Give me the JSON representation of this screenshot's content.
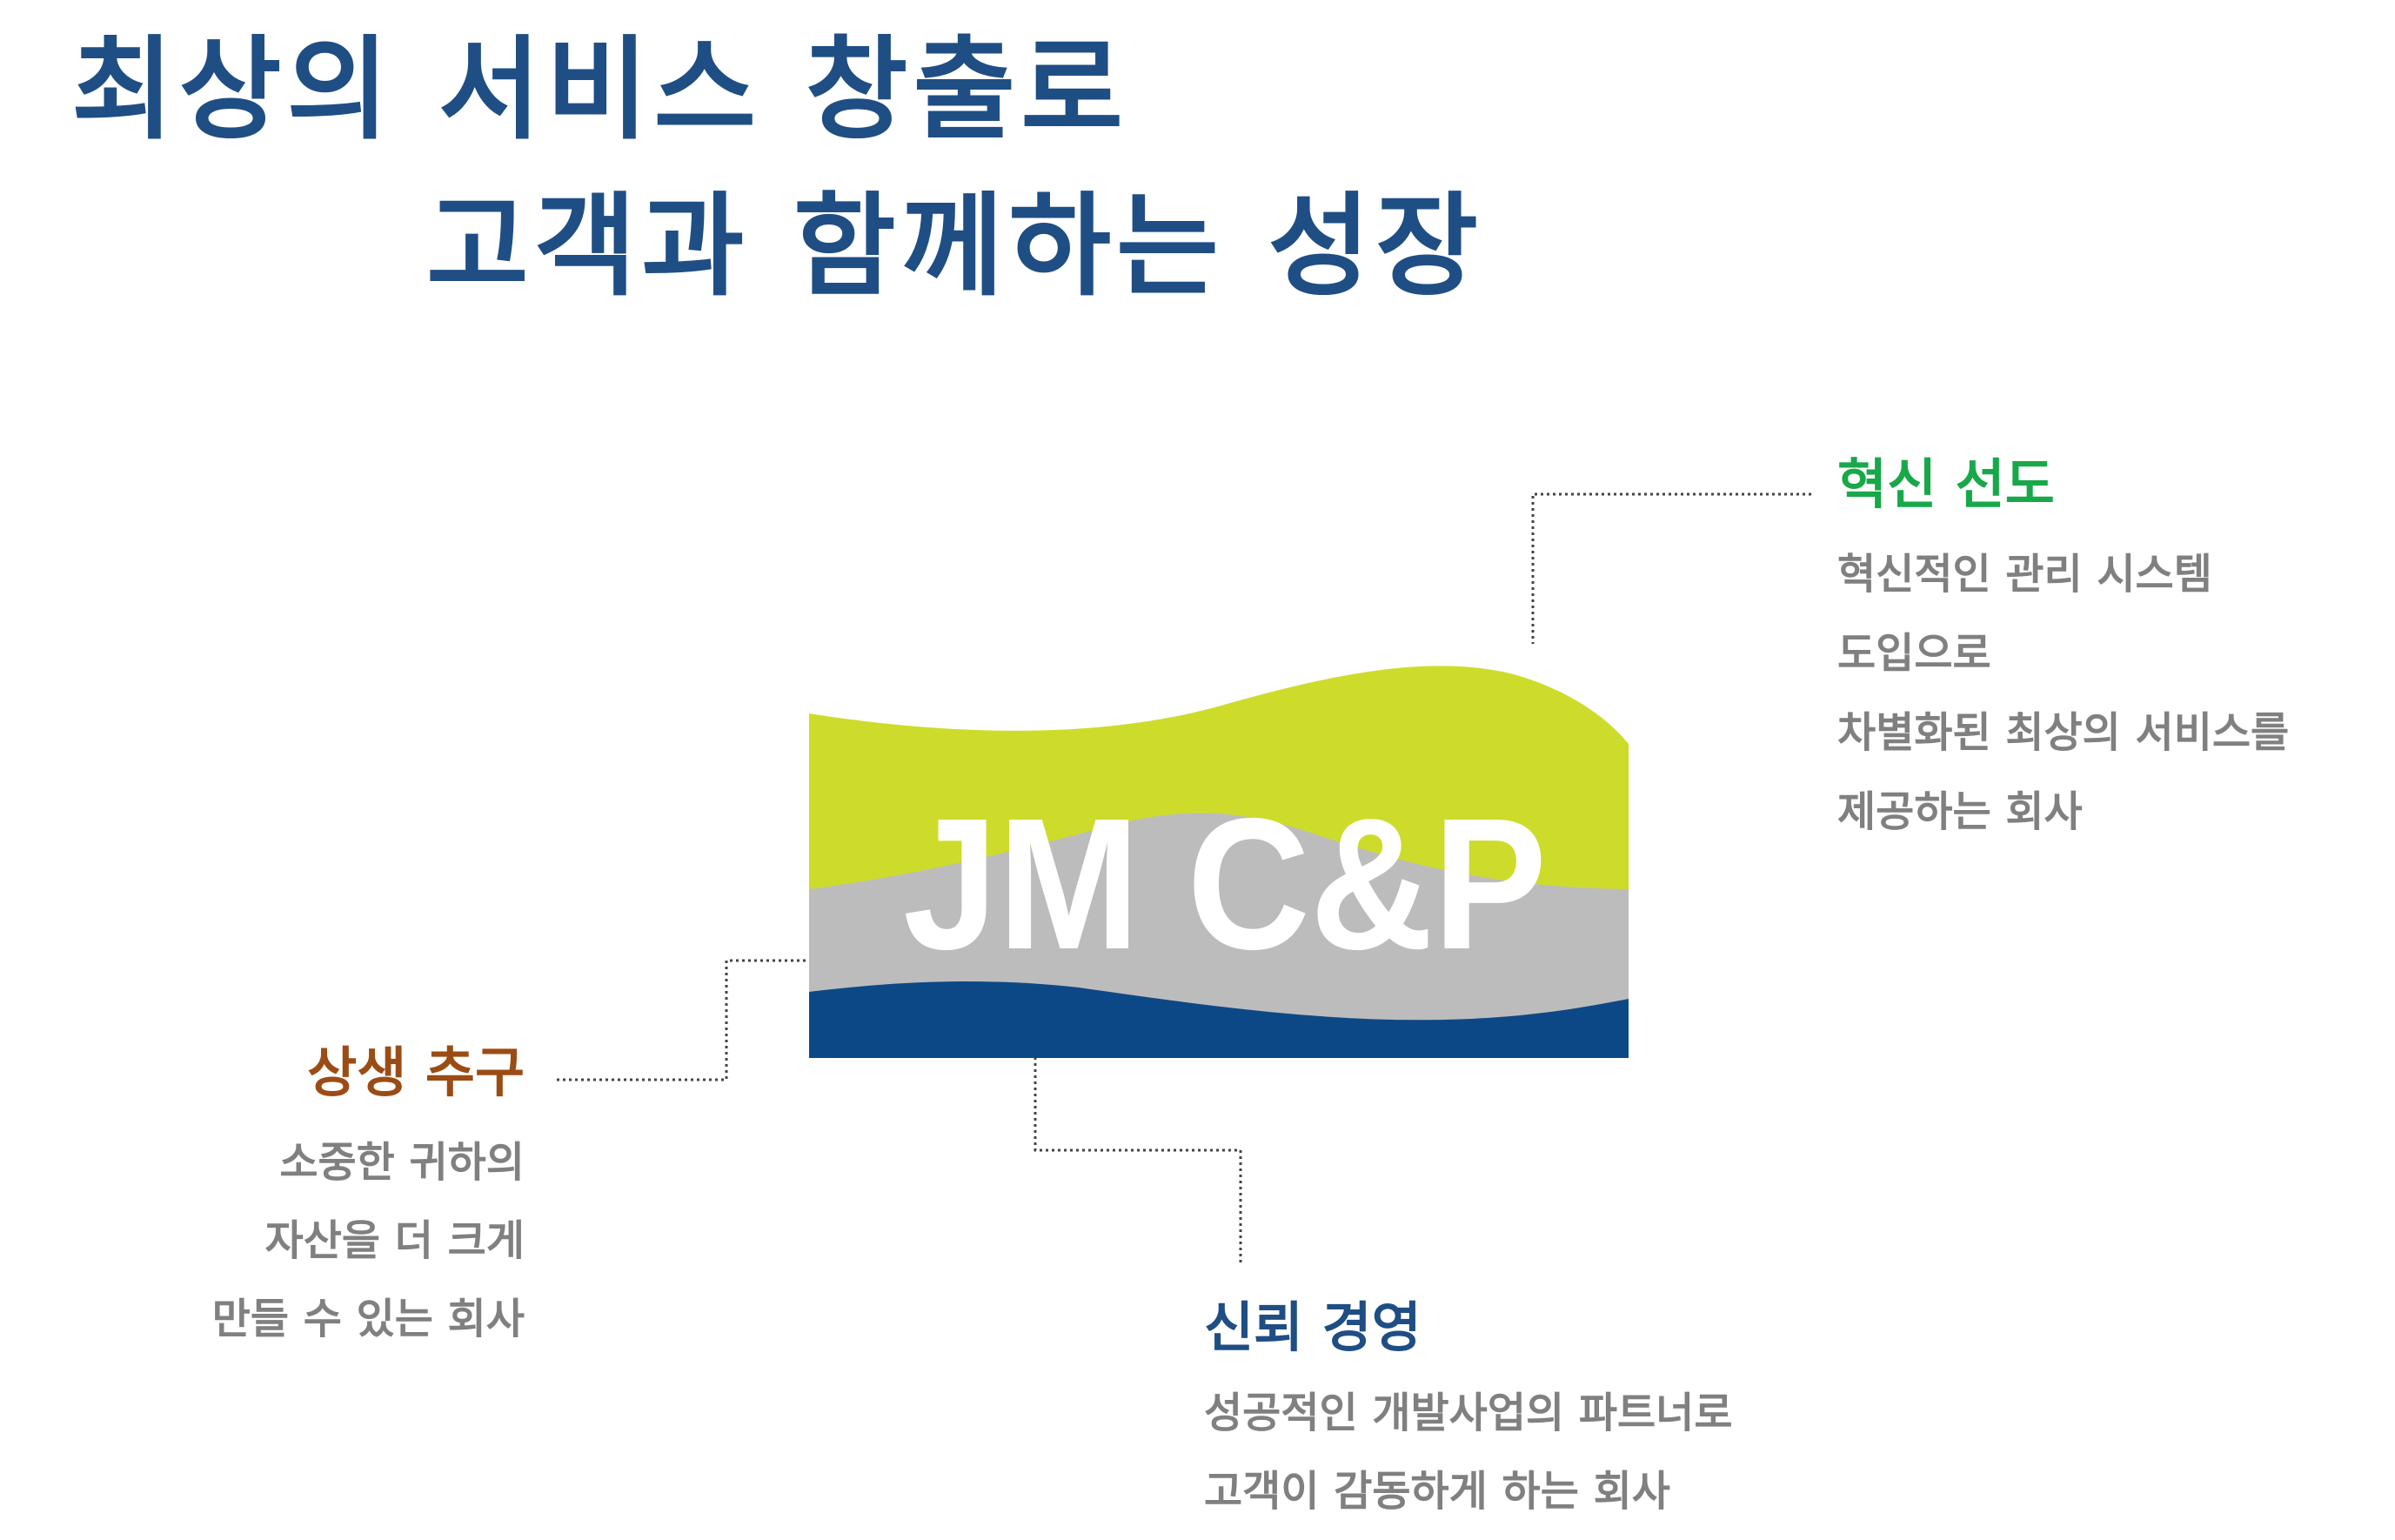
{
  "headline": {
    "line1": "최상의 서비스 창출로",
    "line2": "고객과 함께하는 성장",
    "color": "#1f4e85"
  },
  "logo": {
    "text": "JM C&P",
    "colors": {
      "top": "#cddc2b",
      "middle": "#bdbcbd",
      "bottom": "#0d4886",
      "text": "#ffffff"
    }
  },
  "sections": {
    "innovation": {
      "title": "혁신 선도",
      "color": "#18a84a",
      "lines": [
        "혁신적인 관리 시스템",
        "도입으로",
        "차별화된 최상의 서비스를",
        "제공하는 회사"
      ]
    },
    "coexistence": {
      "title": "상생 추구",
      "color": "#9b4c14",
      "lines": [
        "소중한 귀하의",
        "자산을 더 크게",
        "만들 수 있는 회사"
      ]
    },
    "trust": {
      "title": "신뢰 경영",
      "color": "#1f4e85",
      "lines": [
        "성공적인 개발사업의 파트너로",
        "고객이 감동하게 하는 회사"
      ]
    },
    "desc_color": "#808080"
  }
}
